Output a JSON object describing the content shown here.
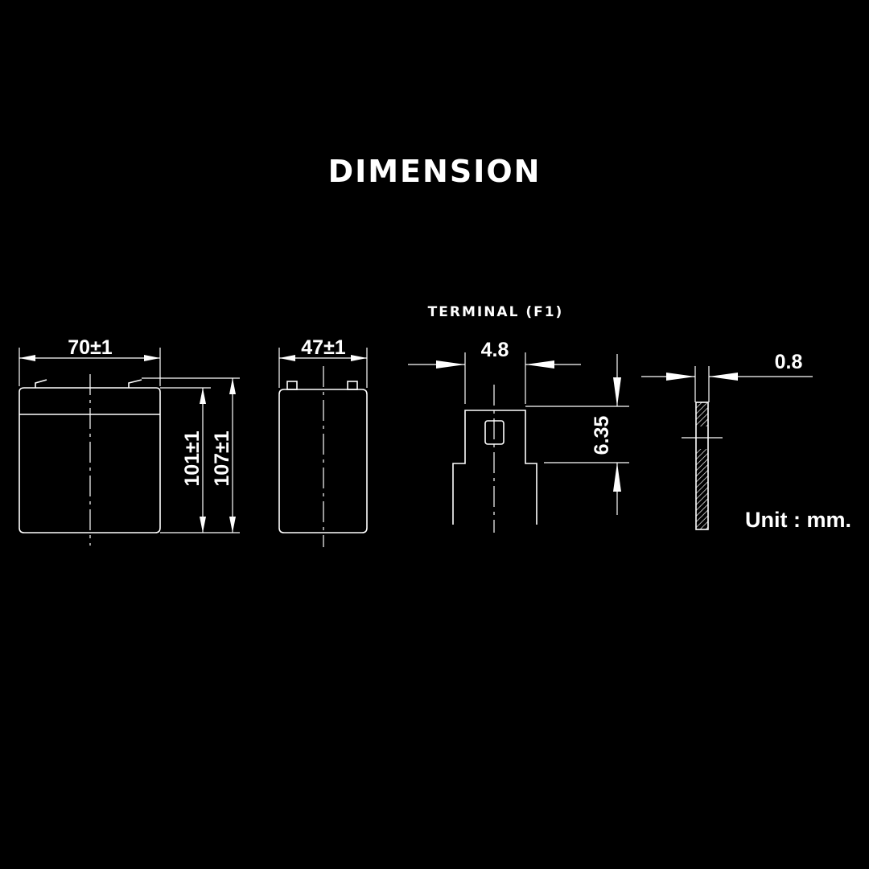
{
  "title": "DIMENSION",
  "terminal_label": "TERMINAL (F1)",
  "front_view": {
    "width": "70±1",
    "height_case": "101±1",
    "height_total": "107±1"
  },
  "side_view": {
    "width": "47±1"
  },
  "terminal": {
    "width": "4.8",
    "height": "6.35",
    "thickness": "0.8"
  },
  "unit": "Unit : mm."
}
